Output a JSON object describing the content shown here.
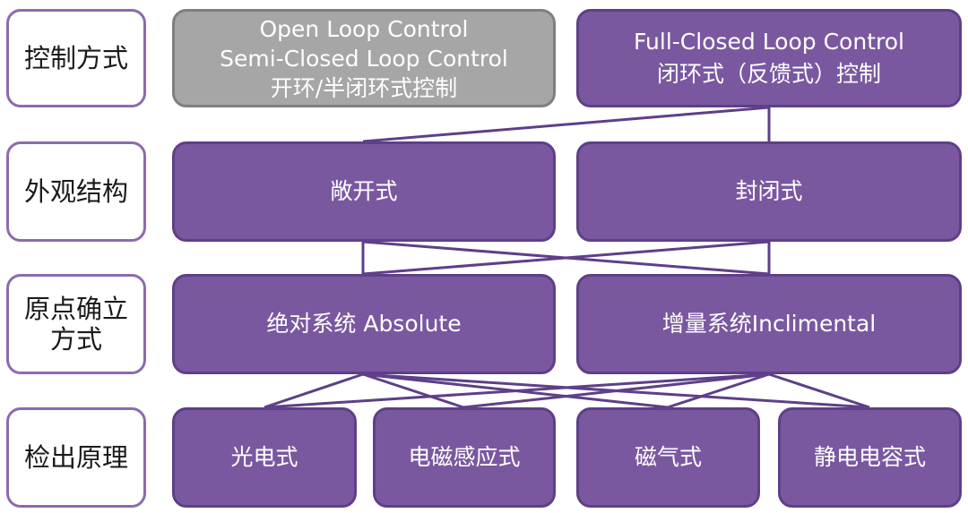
{
  "colors": {
    "purple_fill": "#7A58A0",
    "purple_border": "#5E3F88",
    "gray_fill": "#A6A6A6",
    "label_border": "#8B6BAE"
  },
  "rows": [
    {
      "label": [
        "控制方式"
      ]
    },
    {
      "label": [
        "外观结构"
      ]
    },
    {
      "label": [
        "原点确立",
        "方式"
      ]
    },
    {
      "label": [
        "检出原理"
      ]
    }
  ],
  "control": {
    "open": [
      "Open Loop Control",
      "Semi-Closed Loop Control",
      "开环/半闭环式控制"
    ],
    "closed": [
      "Full-Closed Loop Control",
      "闭环式（反馈式）控制"
    ]
  },
  "structure": {
    "open": "敞开式",
    "closed": "封闭式"
  },
  "origin": {
    "absolute": "绝对系统 Absolute",
    "incremental": "增量系统Inclimental"
  },
  "detection": [
    "光电式",
    "电磁感应式",
    "磁气式",
    "静电电容式"
  ]
}
